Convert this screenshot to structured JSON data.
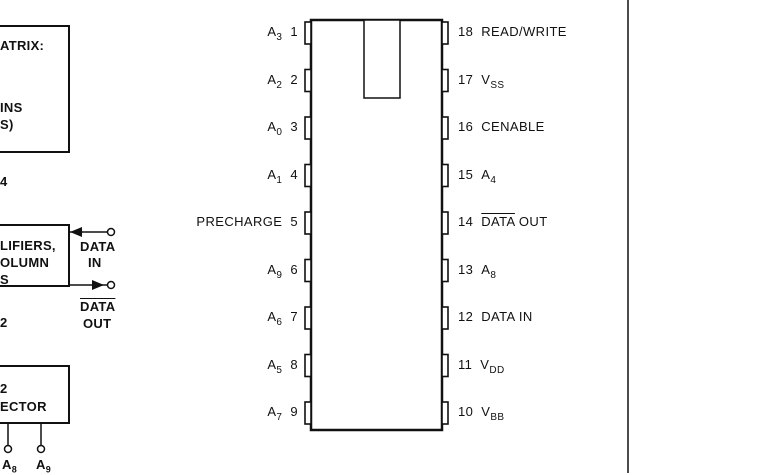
{
  "left_panel": {
    "matrix_box_lines": [
      "ATRIX:",
      "INS",
      "S)"
    ],
    "label_4": "4",
    "amp_box_lines": [
      "LIFIERS,",
      "OLUMN",
      "S"
    ],
    "data_in_lines": [
      "DATA",
      "IN"
    ],
    "data_out_lines": [
      "DATA",
      "OUT"
    ],
    "label_2": "2",
    "selector_box_lines": [
      "2",
      "ECTOR"
    ],
    "bottom_labels": [
      {
        "base": "A",
        "sub": "8"
      },
      {
        "base": "A",
        "sub": "9"
      }
    ]
  },
  "chip": {
    "left_pins": [
      {
        "number": "1",
        "base": "A",
        "sub": "3",
        "overline": false
      },
      {
        "number": "2",
        "base": "A",
        "sub": "2",
        "overline": false
      },
      {
        "number": "3",
        "base": "A",
        "sub": "0",
        "overline": false
      },
      {
        "number": "4",
        "base": "A",
        "sub": "1",
        "overline": false
      },
      {
        "number": "5",
        "base": "PRECHARGE",
        "sub": "",
        "overline": false
      },
      {
        "number": "6",
        "base": "A",
        "sub": "9",
        "overline": false
      },
      {
        "number": "7",
        "base": "A",
        "sub": "6",
        "overline": false
      },
      {
        "number": "8",
        "base": "A",
        "sub": "5",
        "overline": false
      },
      {
        "number": "9",
        "base": "A",
        "sub": "7",
        "overline": false
      }
    ],
    "right_pins": [
      {
        "number": "18",
        "base": "READ/WRITE",
        "sub": "",
        "suffix": "",
        "overline": false
      },
      {
        "number": "17",
        "base": "V",
        "sub": "SS",
        "suffix": "",
        "overline": false
      },
      {
        "number": "16",
        "base": "CENABLE",
        "sub": "",
        "suffix": "",
        "overline": false
      },
      {
        "number": "15",
        "base": "A",
        "sub": "4",
        "suffix": "",
        "overline": false
      },
      {
        "number": "14",
        "base": "DATA",
        "sub": "",
        "suffix": " OUT",
        "overline": true
      },
      {
        "number": "13",
        "base": "A",
        "sub": "8",
        "suffix": "",
        "overline": false
      },
      {
        "number": "12",
        "base": "DATA IN",
        "sub": "",
        "suffix": "",
        "overline": false
      },
      {
        "number": "11",
        "base": "V",
        "sub": "DD",
        "suffix": "",
        "overline": false
      },
      {
        "number": "10",
        "base": "V",
        "sub": "BB",
        "suffix": "",
        "overline": false
      }
    ]
  }
}
